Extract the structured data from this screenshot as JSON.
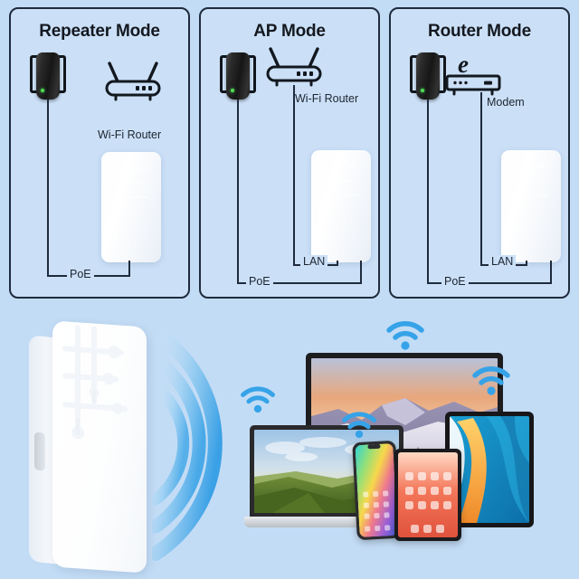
{
  "colors": {
    "background": "#c3dcf5",
    "panel_fill": "#cbe0f7",
    "panel_border": "#1f2b3d",
    "cable": "#1f2b3d",
    "text": "#14181f",
    "wifi_blue": "#3aa5e8",
    "wave_blue": "#59b3ee",
    "led_green": "#4ddc55"
  },
  "panels": [
    {
      "id": "repeater",
      "title": "Repeater Mode",
      "nodes": {
        "plug": "poe-power-adapter",
        "router": {
          "icon": "wifi-router-icon",
          "label": "Wi-Fi Router"
        },
        "cpe": "outdoor-cpe-access-point"
      },
      "cables": [
        {
          "label": "PoE"
        }
      ]
    },
    {
      "id": "ap",
      "title": "AP Mode",
      "nodes": {
        "plug": "poe-power-adapter",
        "router": {
          "icon": "wifi-router-icon",
          "label": "Wi-Fi Router"
        },
        "cpe": "outdoor-cpe-access-point"
      },
      "cables": [
        {
          "label": "PoE"
        },
        {
          "label": "LAN"
        }
      ]
    },
    {
      "id": "router",
      "title": "Router Mode",
      "nodes": {
        "plug": "poe-power-adapter",
        "modem": {
          "icon": "modem-icon",
          "browser_glyph": "e",
          "label": "Modem"
        },
        "cpe": "outdoor-cpe-access-point"
      },
      "cables": [
        {
          "label": "PoE"
        },
        {
          "label": "LAN"
        }
      ]
    }
  ],
  "hero": {
    "device": {
      "name": "outdoor-cpe-access-point",
      "icon": "antenna-signal-pattern"
    },
    "signal": {
      "name": "wifi-broadcast-waves",
      "arc_count": 3
    },
    "clients": [
      {
        "name": "desktop-monitor",
        "wallpaper": "snowy-mountain-sunset",
        "wifi_badge": true
      },
      {
        "name": "laptop",
        "wallpaper": "green-rolling-hills",
        "wifi_badge": true
      },
      {
        "name": "tablet-landscape",
        "wallpaper": "blue-orange-abstract",
        "wifi_badge": true
      },
      {
        "name": "smartphone",
        "wallpaper": "rainbow-gradient",
        "wifi_badge": false
      },
      {
        "name": "tablet-portrait",
        "wallpaper": "orange-app-grid",
        "wifi_badge": true
      }
    ]
  }
}
